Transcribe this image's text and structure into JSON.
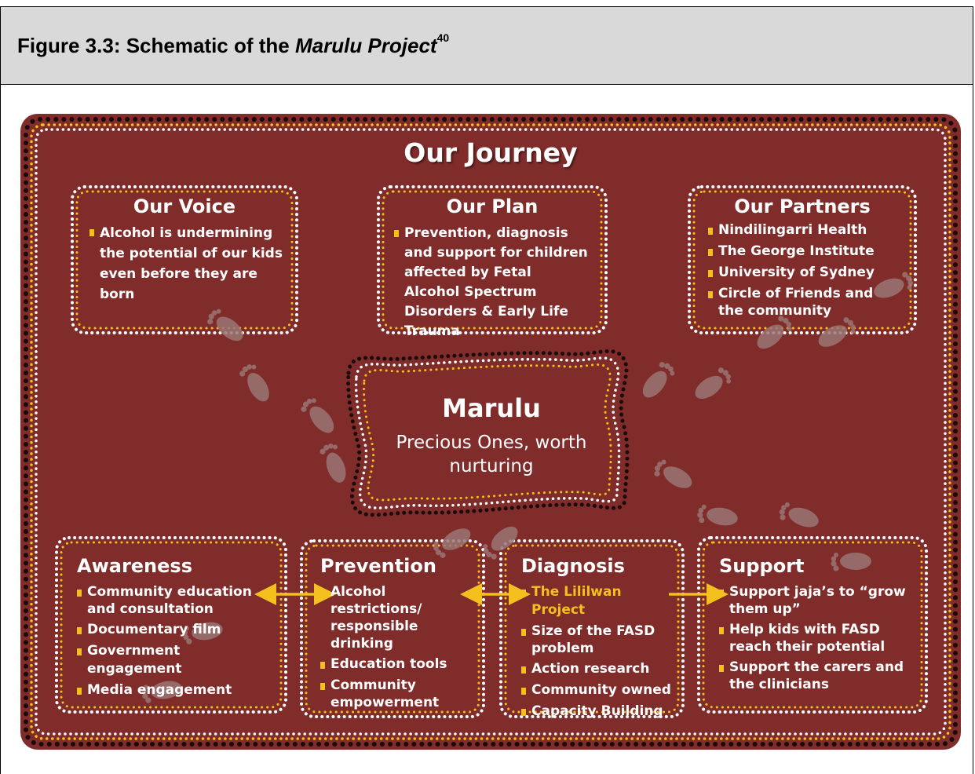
{
  "figure": {
    "label": "Figure 3.3: Schematic of the ",
    "italic": "Marulu Project",
    "superscript": "40"
  },
  "diagram": {
    "title": "Our Journey",
    "center": {
      "title": "Marulu",
      "subtitle": "Precious Ones, worth nurturing"
    },
    "boxes": {
      "voice": {
        "heading": "Our Voice",
        "items": [
          "Alcohol is undermining the potential of our kids even before they are born"
        ]
      },
      "plan": {
        "heading": "Our Plan",
        "items": [
          "Prevention, diagnosis and support for children affected by Fetal Alcohol Spectrum Disorders & Early Life Trauma"
        ]
      },
      "partners": {
        "heading": "Our Partners",
        "items": [
          "Nindilingarri Health",
          "The George Institute",
          "University of Sydney",
          "Circle of Friends and the community"
        ]
      },
      "awareness": {
        "heading": "Awareness",
        "items": [
          "Community education and consultation",
          "Documentary film",
          "Government engagement",
          "Media engagement"
        ]
      },
      "prevention": {
        "heading": "Prevention",
        "items": [
          "Alcohol restrictions/ responsible drinking",
          "Education tools",
          "Community empowerment"
        ]
      },
      "diagnosis": {
        "heading": "Diagnosis",
        "items": [
          "The Lililwan Project",
          "Size of the FASD problem",
          "Action research",
          "Community owned",
          "Capacity Building"
        ]
      },
      "support": {
        "heading": "Support",
        "items": [
          "Support jaja’s to “grow them up”",
          "Help kids with FASD reach their potential",
          "Support the carers and the clinicians"
        ]
      }
    }
  },
  "colors": {
    "background": "#7f2c2a",
    "accent": "#f3c01d",
    "text": "#ffffff"
  }
}
